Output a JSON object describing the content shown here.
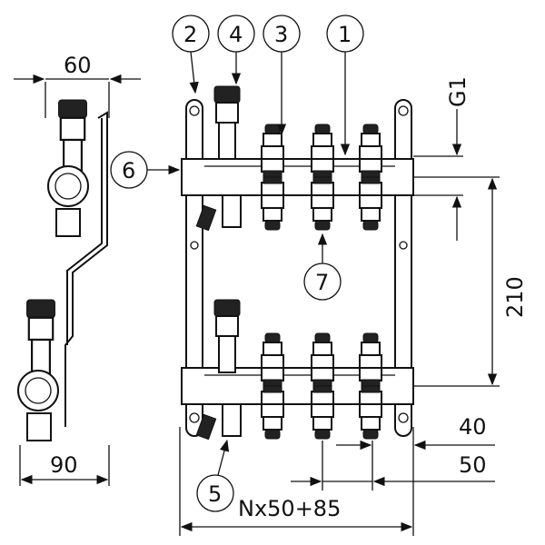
{
  "callouts": {
    "c1": "1",
    "c2": "2",
    "c3": "3",
    "c4": "4",
    "c5": "5",
    "c6": "6",
    "c7": "7"
  },
  "dimensions": {
    "side_width_top": "60",
    "side_width_bottom": "90",
    "thread": "G1",
    "bar_spacing": "210",
    "outlet_offset": "40",
    "outlet_pitch": "50",
    "total_length": "Nx50+85"
  }
}
